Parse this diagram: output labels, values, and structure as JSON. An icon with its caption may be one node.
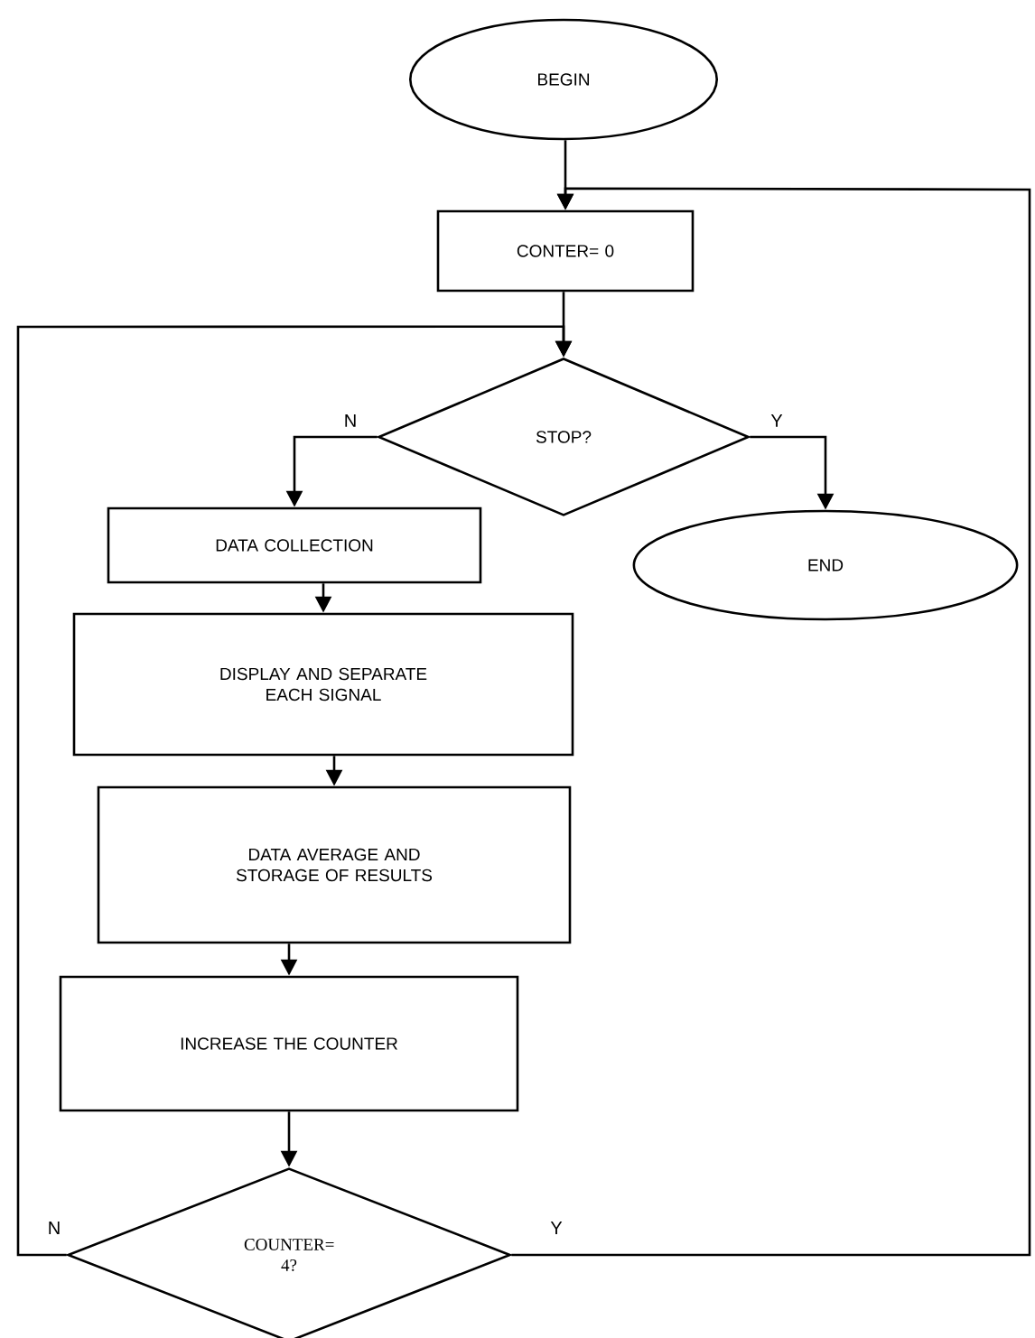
{
  "diagram": {
    "nodes": [
      {
        "text": [
          "BEGIN"
        ]
      },
      {
        "text": [
          "CONTER= 0"
        ]
      },
      {
        "text": [
          "STOP?"
        ]
      },
      {
        "text": [
          "END"
        ]
      },
      {
        "text": [
          "DATA COLLECTION"
        ]
      },
      {
        "text": [
          "DISPLAY AND SEPARATE EACH SIGNAL"
        ]
      },
      {
        "text": [
          "DATA AVERAGE AND STORAGE OF RESULTS"
        ]
      },
      {
        "text": [
          "INCREASE THE COUNTER"
        ]
      },
      {
        "text": [
          "COUNTER= 4?"
        ]
      }
    ],
    "edges": [
      {
        "from": 0,
        "to": 1,
        "arrow": "to"
      },
      {
        "from": 1,
        "to": 2,
        "arrow": "to"
      },
      {
        "from": 2,
        "to": 4,
        "arrow": "to",
        "label": "N"
      },
      {
        "from": 2,
        "to": 3,
        "arrow": "to",
        "label": "Y"
      },
      {
        "from": 4,
        "to": 5,
        "arrow": "to"
      },
      {
        "from": 5,
        "to": 6,
        "arrow": "to"
      },
      {
        "from": 6,
        "to": 7,
        "arrow": "to"
      },
      {
        "from": 7,
        "to": 8,
        "arrow": "to"
      },
      {
        "from": 8,
        "to": 2,
        "arrow": "to",
        "label": "N"
      },
      {
        "from": 8,
        "to": 1,
        "arrow": "to",
        "label": "Y"
      }
    ]
  }
}
